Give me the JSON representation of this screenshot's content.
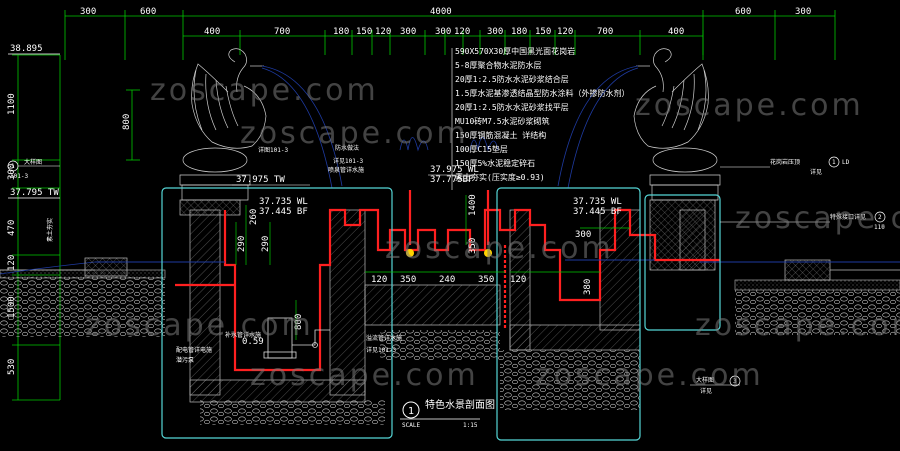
{
  "colors": {
    "background": "#000000",
    "dim_line": "#00c800",
    "waterproof": "#ff2020",
    "box": "#55d6d6",
    "concrete": "#bbbbbb",
    "water": "#1e3aa0",
    "text": "#ffffff",
    "accent": "#ffd400"
  },
  "dims": {
    "top": [
      "300",
      "600",
      "4000",
      "600",
      "300"
    ],
    "second": [
      "400",
      "700",
      "180",
      "150",
      "120",
      "300",
      "700",
      "400"
    ],
    "left": [
      "1100",
      "300",
      "470",
      "120",
      "1500",
      "530"
    ],
    "left_inner": [
      "800"
    ],
    "section": [
      "290",
      "290",
      "260",
      "350",
      "1400",
      "300",
      "800",
      "120",
      "350",
      "240",
      "350",
      "120",
      "380"
    ]
  },
  "elev": {
    "top": "38.895",
    "tw_left": "37.795 TW",
    "tw_mid": "37.975 TW",
    "wl_left": "37.735 WL",
    "bf_left": "37.445 BF",
    "wl_mid": "37.975 WL",
    "bf_mid": "37.775BF",
    "wl_right": "37.735 WL",
    "bf_right": "37.445 BF",
    "pipe": "0.59"
  },
  "spec_notes": [
    "590X570X30厚中国黑光面花岗岩",
    "5-8厚聚合物水泥防水层",
    "20厚1:2.5防水水泥砂浆结合层",
    "1.5厚水泥基渗透结晶型防水涂料（外掺防水剂）",
    "20厚1:2.5防水水泥砂浆找平层",
    "MU10砖M7.5水泥砂浆砌筑",
    "150厚钢筋混凝土 详结构",
    "100厚C15垫层",
    "150厚5%水泥稳定碎石",
    "素土夯实(压实度≥0.93)"
  ],
  "annotations": {
    "detail_left": "大样图",
    "detail_left_ref": "101-3",
    "num_left": "1",
    "ref_1013a": "详图101-3",
    "ref_1013b": "详见101-3",
    "pipe_in": "补水管详水施",
    "pump": "潜污泵",
    "elec": "配电管详电施",
    "drain": "溢流管详水施",
    "fountain": "喷泉管详水施",
    "stone_right": "花岗岩压顶",
    "stone_ref": "详见",
    "num_right": "1",
    "num_right_sub": "LD",
    "right_detail": "特殊接口详见",
    "right_detail_ref": "110",
    "right_detail_num": "2",
    "lower_right": "大样图",
    "lower_right_num": "3",
    "lower_right_ref": "详见",
    "left_vert": "素土夯实",
    "mid_waterproof": "防水做法",
    "mid_ref": "详见101-3"
  },
  "title": {
    "number": "1",
    "name": "特色水景剖面图",
    "scale_label": "SCALE",
    "scale_value": "1:15"
  },
  "watermarks": [
    "zoscape.com",
    "zoscape.com",
    "zoscape.com",
    "zoscape.com",
    "zoscape.com",
    "zoscape.com",
    "zoscape.com",
    "zoscape.com",
    "zoscape.com"
  ]
}
